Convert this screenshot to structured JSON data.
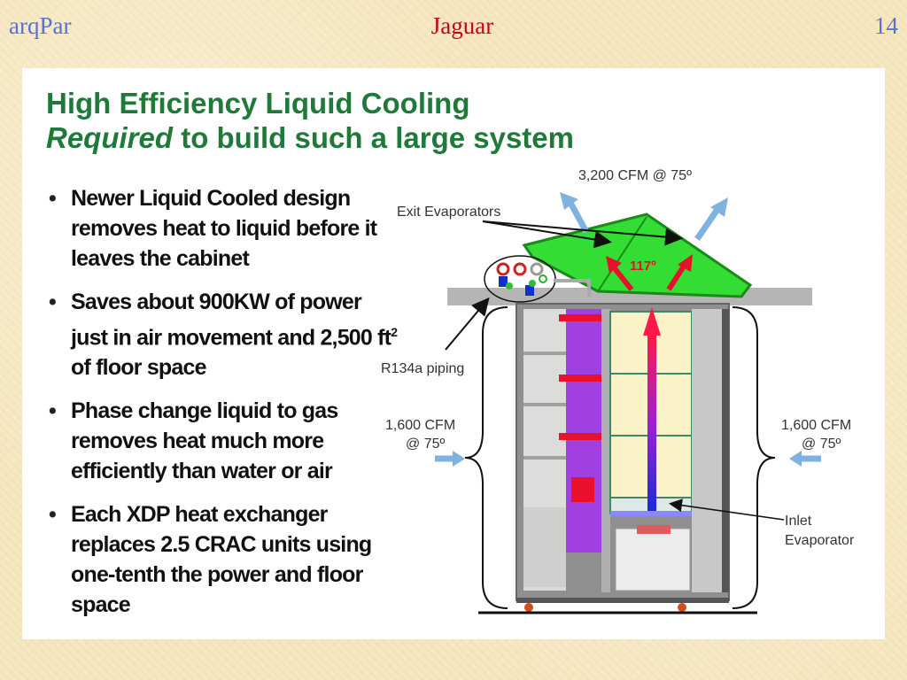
{
  "header": {
    "left": "arqPar",
    "center": "Jaguar",
    "page_number": "14"
  },
  "slide": {
    "title_line1": "High Efficiency Liquid Cooling",
    "title_line2_em": "Required",
    "title_line2_rest": " to build such a large system",
    "bullets": [
      {
        "text": "Newer Liquid Cooled design removes heat to liquid before it leaves the cabinet"
      },
      {
        "text_a": "Saves about 900KW of power just in air movement and 2,500 ft",
        "sup": "2",
        "text_b": " of floor space"
      },
      {
        "text": "Phase change liquid to gas removes heat much more efficiently than water or air"
      },
      {
        "text": "Each XDP heat exchanger replaces 2.5 CRAC units using one-tenth the power and floor space"
      }
    ]
  },
  "diagram": {
    "labels": {
      "top_airflow": "3,200 CFM @ 75º",
      "exit_evaporators": "Exit Evaporators",
      "temp_117": "117º",
      "r134a_piping": "R134a piping",
      "left_cfm_line1": "1,600 CFM",
      "left_cfm_line2": "@ 75º",
      "right_cfm_line1": "1,600 CFM",
      "right_cfm_line2": "@ 75º",
      "inlet_line1": "Inlet",
      "inlet_line2": "Evaporator"
    },
    "colors": {
      "evaporator_green": "#33dd33",
      "airflow_blue": "#7fb2e0",
      "hot_red": "#e8102a",
      "module_purple": "#a040e0",
      "panel_cream": "#fbf3c8",
      "frame_gray": "#a9a9a9"
    }
  }
}
